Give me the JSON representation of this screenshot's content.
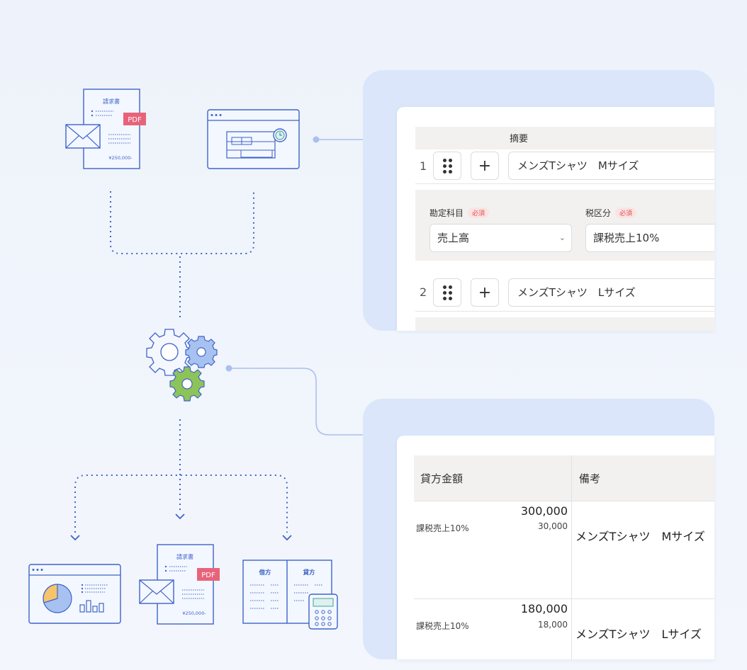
{
  "colors": {
    "background": "#eef3fb",
    "panel": "#dbe6fb",
    "line_blue": "#4a6fd1",
    "connector": "#9bb7e6",
    "pdf_badge": "#e8637a",
    "gear_blue": "#a7c2f0",
    "gear_green": "#8cc45a",
    "pie_yellow": "#f5c46b"
  },
  "illustrations": {
    "invoice_title": "請求書",
    "invoice_pdf": "PDF",
    "invoice_amount": "¥250,000-",
    "ledger_debit": "借方",
    "ledger_credit": "貸方"
  },
  "journal_entry": {
    "header_summary": "摘要",
    "rows": [
      {
        "number": "1",
        "summary": "メンズTシャツ　Mサイズ"
      },
      {
        "number": "2",
        "summary": "メンズTシャツ　Lサイズ"
      }
    ],
    "account_label": "勘定科目",
    "account_required": "必須",
    "account_value": "売上高",
    "tax_label": "税区分",
    "tax_required": "必須",
    "tax_value": "課税売上10%"
  },
  "ledger_table": {
    "headers": {
      "credit_amount": "貸方金額",
      "memo": "備考"
    },
    "rows": [
      {
        "tax_category": "課税売上10%",
        "amount": "300,000",
        "tax": "30,000",
        "memo": "メンズTシャツ　Mサイズ"
      },
      {
        "tax_category": "課税売上10%",
        "amount": "180,000",
        "tax": "18,000",
        "memo": "メンズTシャツ　Lサイズ"
      }
    ]
  }
}
